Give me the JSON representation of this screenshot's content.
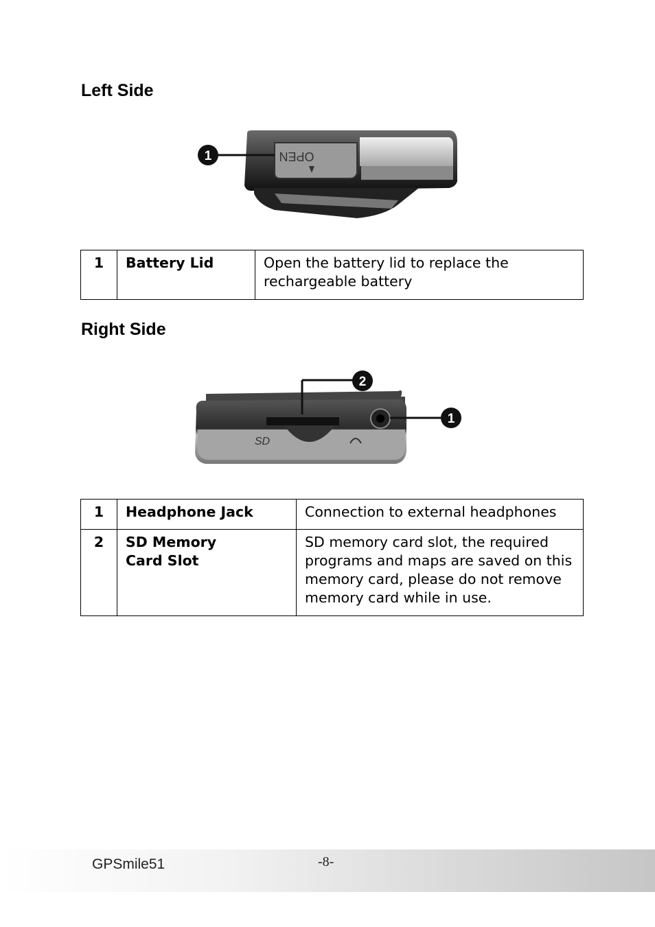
{
  "sections": {
    "left": {
      "title": "Left Side",
      "figure": {
        "lid_text": "OPEN",
        "callouts": [
          "1"
        ]
      },
      "rows": [
        {
          "num": "1",
          "name": "Battery Lid",
          "desc": "Open the battery lid to replace the rechargeable battery"
        }
      ]
    },
    "right": {
      "title": "Right Side",
      "figure": {
        "sd_text": "SD",
        "callouts": [
          "2",
          "1"
        ]
      },
      "rows": [
        {
          "num": "1",
          "name": "Headphone Jack",
          "desc": "Connection to external headphones"
        },
        {
          "num": "2",
          "name": "SD Memory Card Slot",
          "desc": "SD memory card slot, the required programs and maps are saved on this memory card, please do not remove memory card while in use."
        }
      ]
    }
  },
  "footer": {
    "model": "GPSmile51",
    "page": "-8-"
  }
}
